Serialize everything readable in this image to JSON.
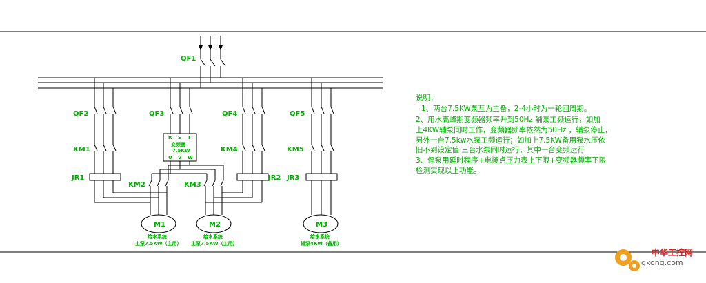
{
  "colors": {
    "label": "#00b000",
    "wire": "#000000",
    "logo_orange": "#f0a020",
    "logo_red": "#e02020"
  },
  "labels": {
    "qf1": "QF1",
    "qf2": "QF2",
    "qf3": "QF3",
    "qf4": "QF4",
    "qf5": "QF5",
    "km1": "KM1",
    "km2": "KM2",
    "km3": "KM3",
    "km4": "KM4",
    "km5": "KM5",
    "jr1": "JR1",
    "jr2": "JR2",
    "jr3": "JR3"
  },
  "vfd": {
    "top_pins": [
      "R",
      "S",
      "T"
    ],
    "name": "变频器",
    "rating": "7.5KW",
    "bottom_pins": [
      "U",
      "V",
      "W"
    ]
  },
  "motors": [
    {
      "label": "M1",
      "caption1": "给水系统",
      "caption2": "主泵7.5KW（主用）"
    },
    {
      "label": "M2",
      "caption1": "给水系统",
      "caption2": "主泵7.5KW（主用）"
    },
    {
      "label": "M3",
      "caption1": "给水系统",
      "caption2": "辅泵4KW（备用）"
    }
  ],
  "notes": {
    "title": "说明：",
    "lines": [
      "1、两台7.5KW泵互为主备，2-4小时为一轮回周期。",
      "2、用水高峰期变频器频率升到50Hz 辅泵工频运行，如加",
      "上4KW辅泵同时工作，变频器频率依然为50Hz ，辅泵停止，",
      "另外一台7.5kw水泵工频运行；如加上7.5KW备用泵水压依",
      "旧不到设定值 三台水泵同时运行，其中一台变频运行",
      "3、停泵用延时程序+电接点压力表上下限+变频器频率下限",
      "检测实现以上功能。"
    ]
  },
  "watermark": {
    "brand": "中华工控网",
    "domain": "gkong.com"
  }
}
